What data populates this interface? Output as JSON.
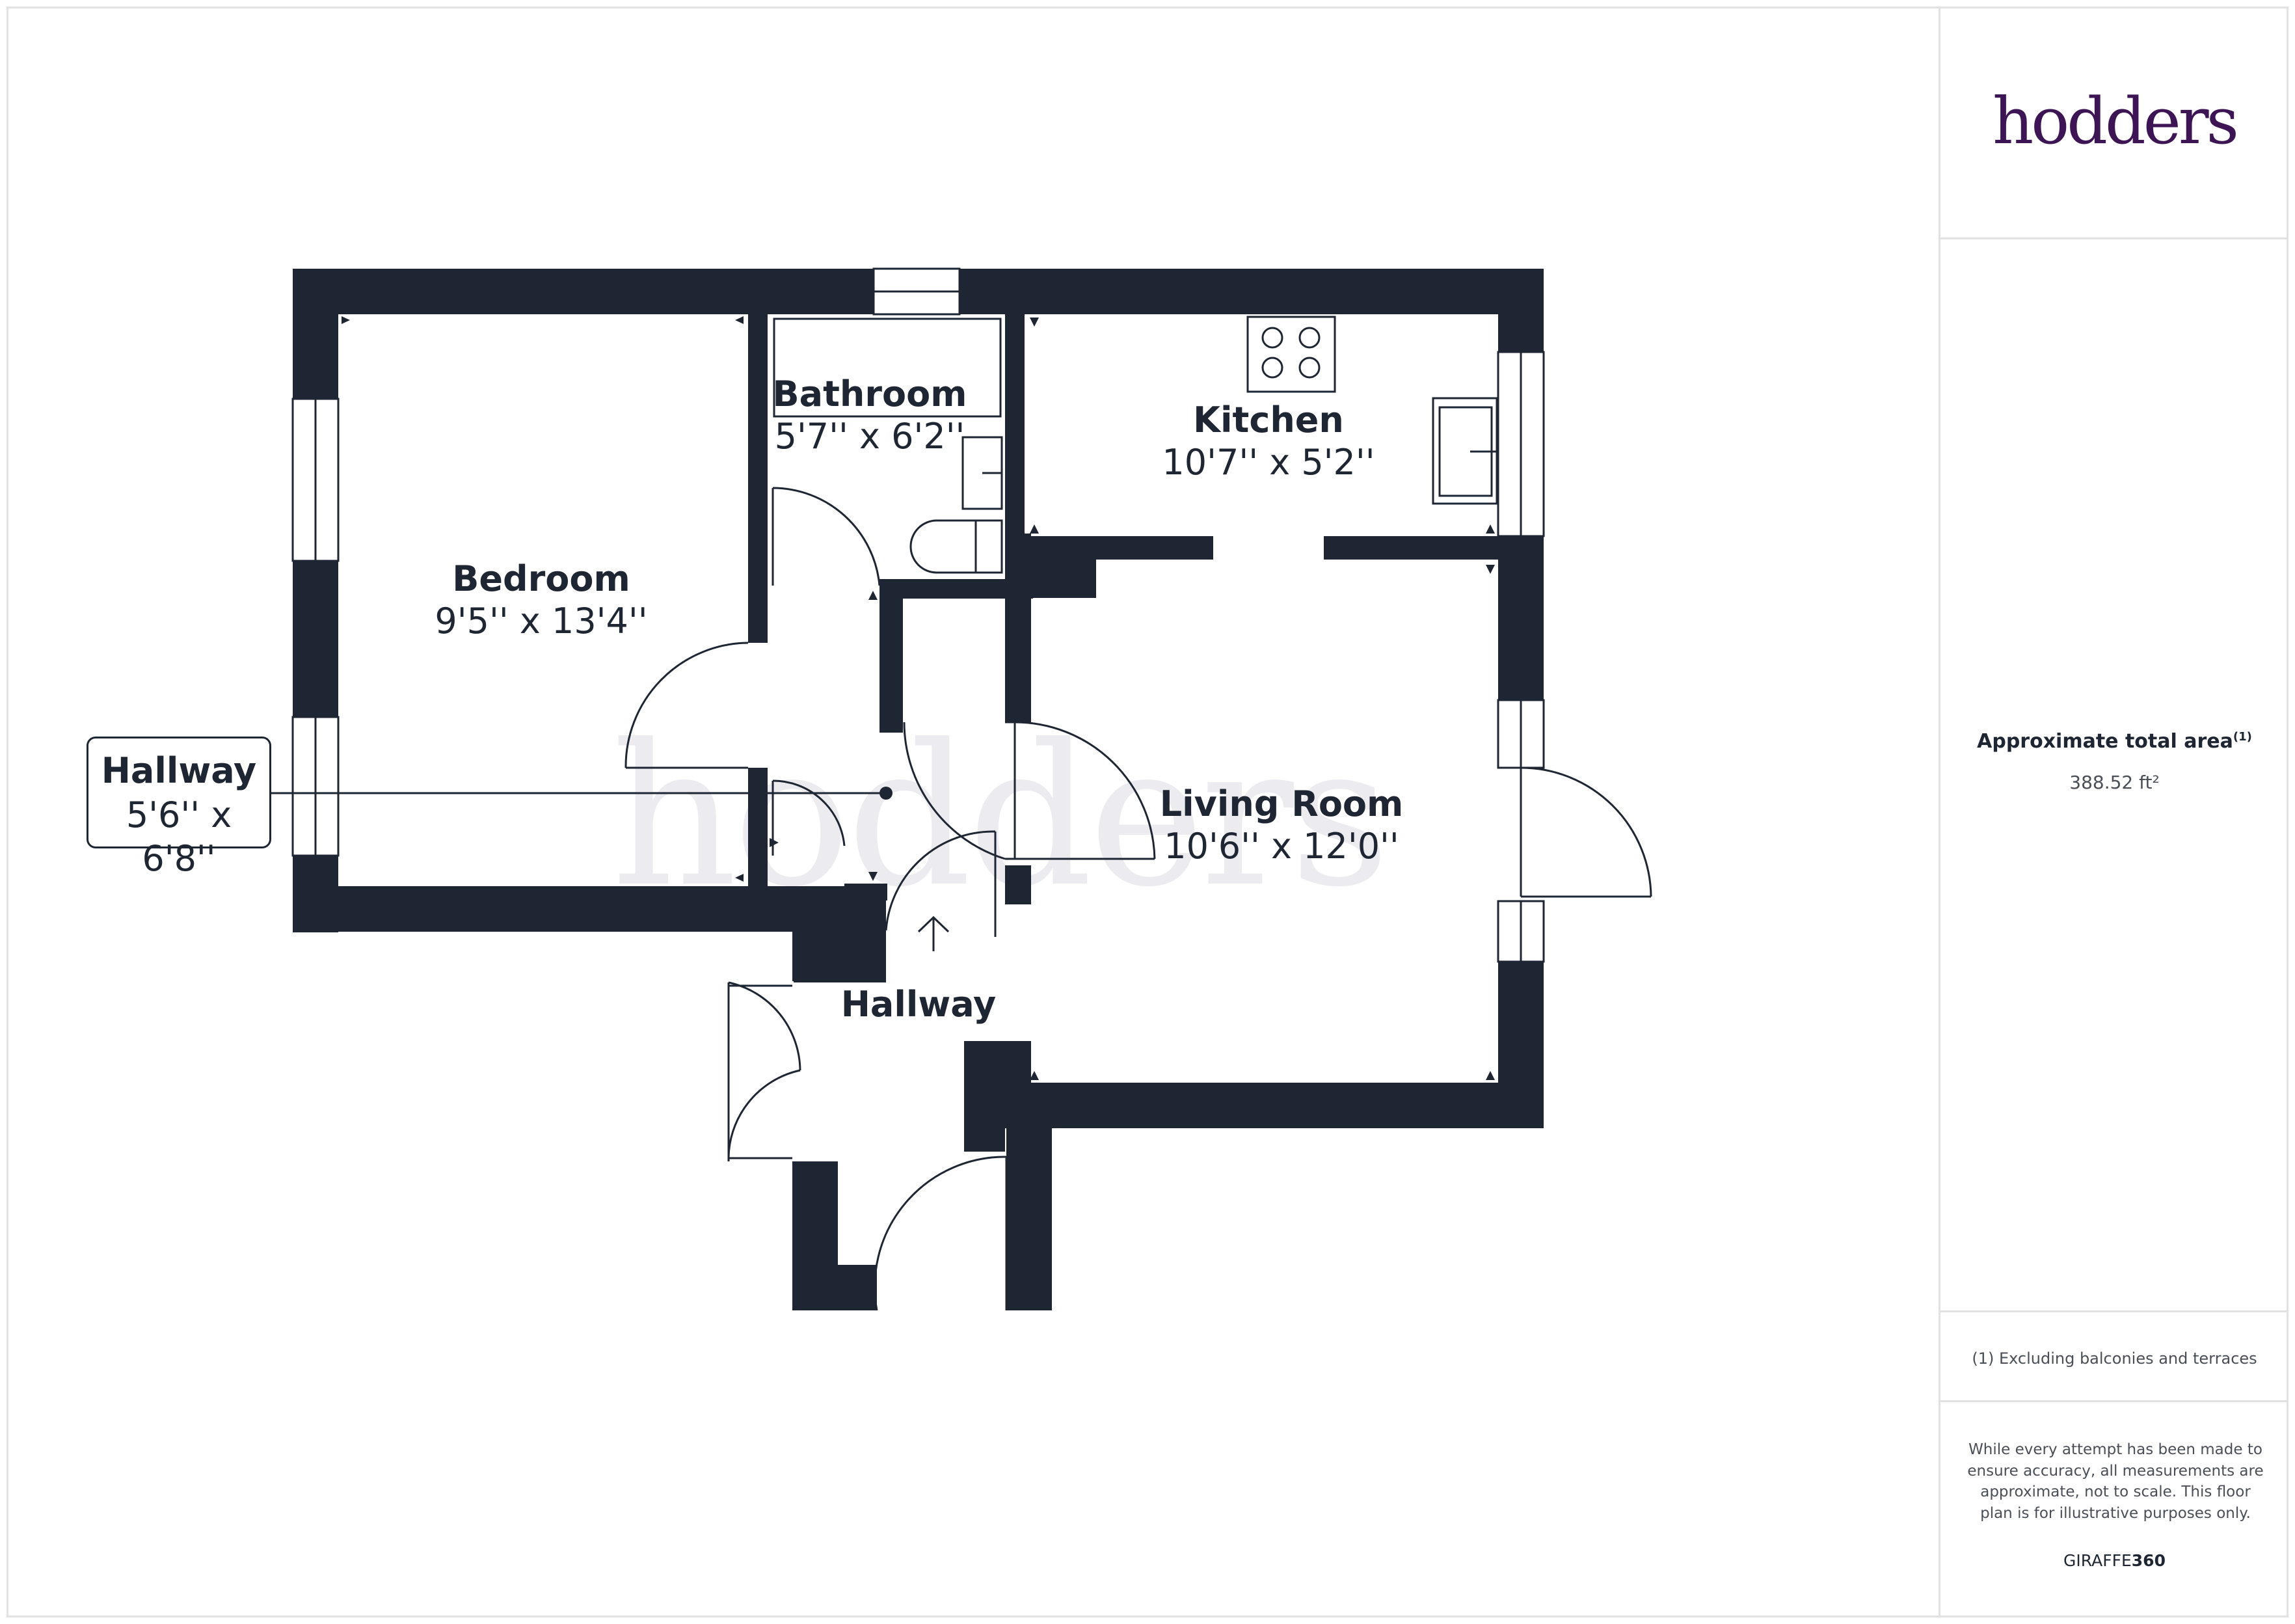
{
  "rooms": {
    "bedroom": {
      "name": "Bedroom",
      "dims": "9'5'' x 13'4''"
    },
    "bathroom": {
      "name": "Bathroom",
      "dims": "5'7'' x 6'2''"
    },
    "kitchen": {
      "name": "Kitchen",
      "dims": "10'7'' x 5'2''"
    },
    "living": {
      "name": "Living Room",
      "dims": "10'6'' x 12'0''"
    },
    "hallway_inner": {
      "name": "Hallway",
      "dims": "5'6'' x 6'8''"
    },
    "hallway_entry": {
      "name": "Hallway"
    }
  },
  "watermark": "hodders",
  "panel": {
    "brand": "hodders",
    "area_title": "Approximate total area",
    "area_note_marker": "(1)",
    "area_value": "388.52 ft²",
    "footnote": "(1) Excluding balconies and terraces",
    "disclaimer": "While every attempt has been made to ensure accuracy, all measurements are approximate, not to scale. This floor plan is for illustrative purposes only.",
    "giraffe_prefix": "GIRAFFE",
    "giraffe_suffix": "360"
  },
  "colors": {
    "wall": "#1f2633",
    "brand": "#3d1454",
    "watermark": "#ecebf0"
  }
}
